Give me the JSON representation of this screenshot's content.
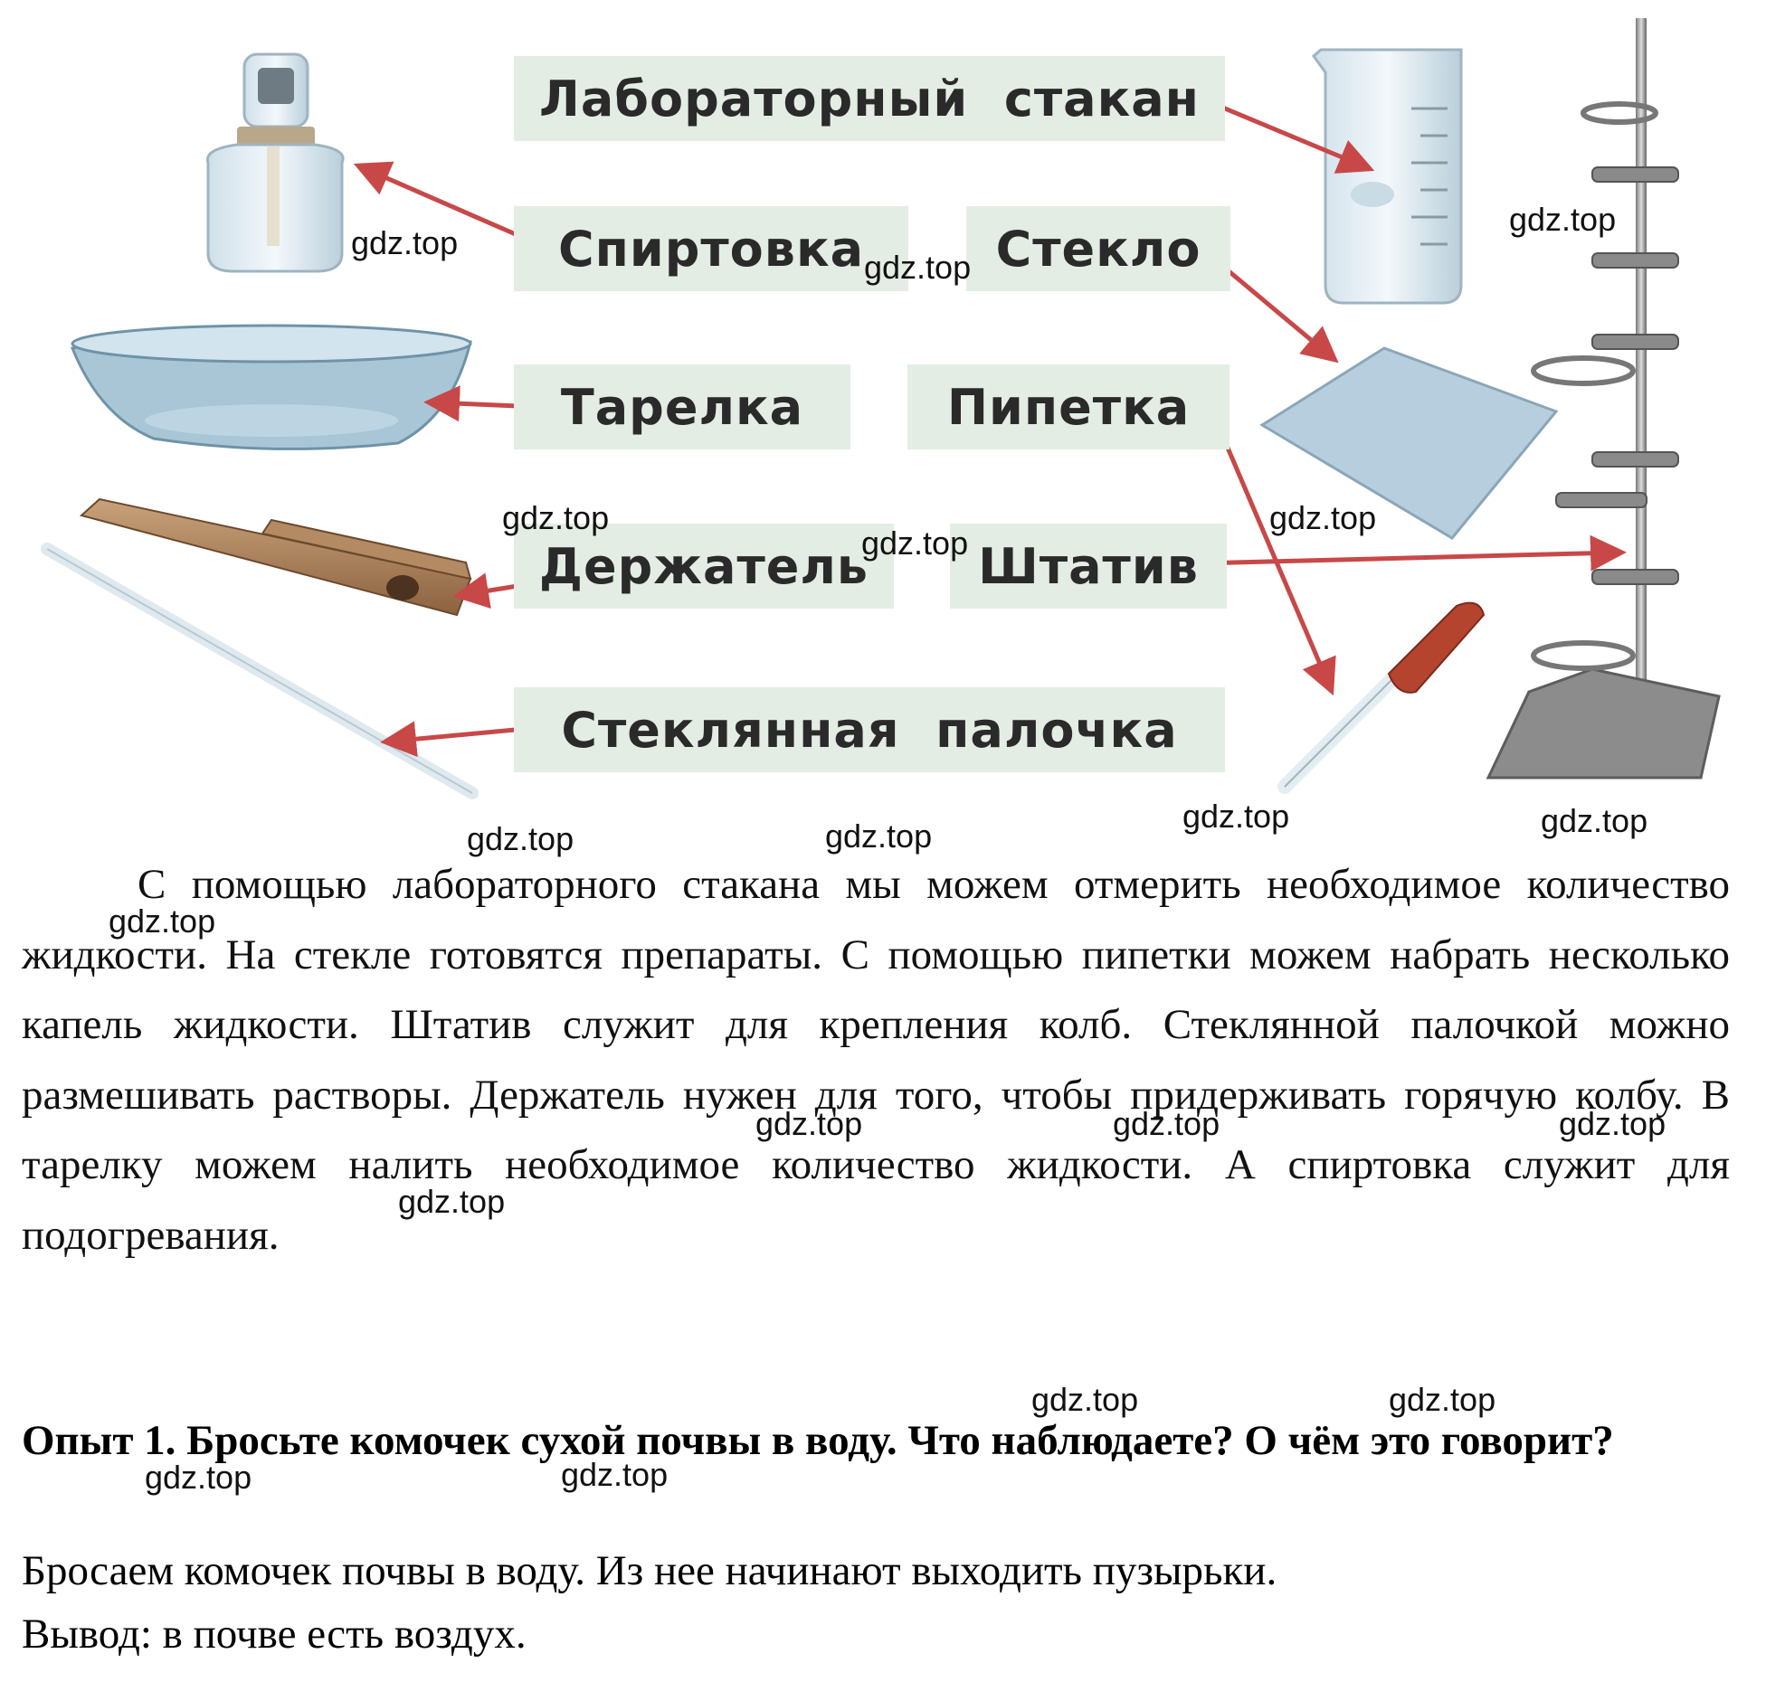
{
  "figure": {
    "labels": {
      "beaker": "Лабораторный  стакан",
      "burner": "Спиртовка",
      "glass": "Стекло",
      "plate": "Тарелка",
      "pipette": "Пипетка",
      "holder": "Держатель",
      "stand": "Штатив",
      "rod": "Стеклянная  палочка"
    },
    "items": [
      "spirit-lamp-image",
      "plate-image",
      "test-tube-holder-image",
      "glass-rod-image",
      "beaker-image",
      "glass-slide-image",
      "pipette-image",
      "lab-stand-image"
    ],
    "colors": {
      "arrow": "#c84848",
      "label_bg": "#e4ede4"
    }
  },
  "watermark": "gdz.top",
  "text": {
    "paragraph": "С помощью лабораторного стакана мы можем отмерить необходимое количество жидкости. На стекле готовятся препараты. С помощью пипетки можем набрать несколько капель жидкости. Штатив служит для крепления колб. Стеклянной  палочкой можно размешивать растворы. Держатель нужен для того, чтобы придерживать горячую колбу. В тарелку можем налить необходимое количество жидкости. А спиртовка служит для подогревания.",
    "question": "Опыт 1. Бросьте комочек сухой почвы в воду. Что наблюдаете? О чём это говорит?",
    "answer_line1": "Бросаем комочек почвы в воду. Из нее начинают выходить пузырьки.",
    "answer_line2": "Вывод: в почве есть воздух."
  }
}
